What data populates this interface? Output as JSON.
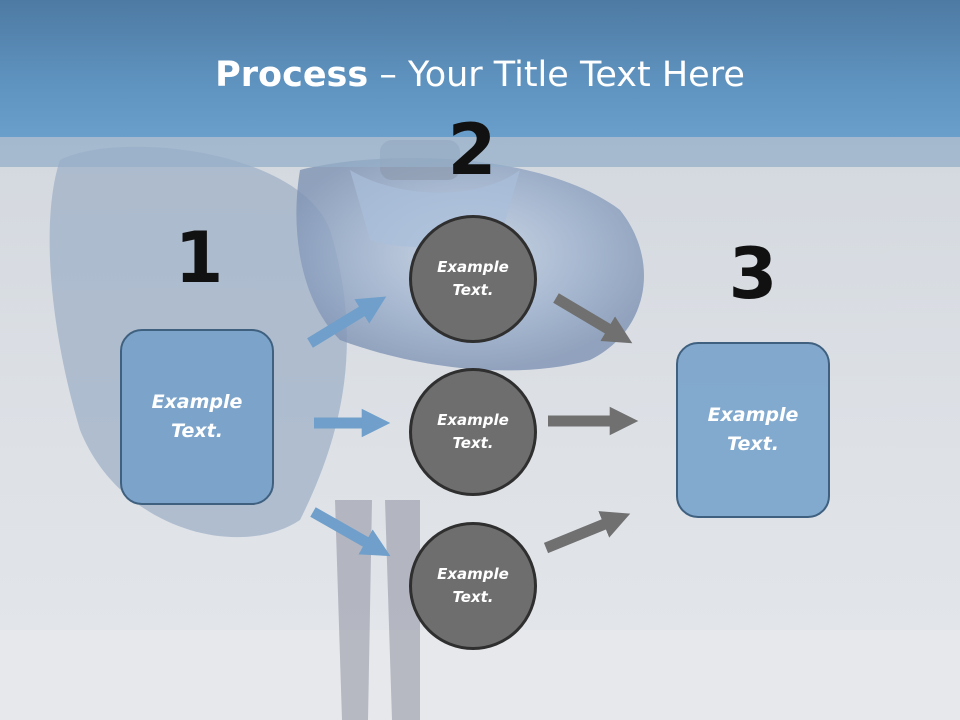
{
  "title": {
    "bold": "Process",
    "rest": " – Your Title Text Here"
  },
  "steps": [
    {
      "number": "1",
      "text_line1": "Example",
      "text_line2": "Text."
    },
    {
      "number": "2",
      "nodes": [
        {
          "text_line1": "Example",
          "text_line2": "Text."
        },
        {
          "text_line1": "Example",
          "text_line2": "Text."
        },
        {
          "text_line1": "Example",
          "text_line2": "Text."
        }
      ]
    },
    {
      "number": "3",
      "text_line1": "Example",
      "text_line2": "Text."
    }
  ],
  "colors": {
    "header": "#5f93bf",
    "box_fill": "#75a0cb",
    "box_border": "#3f607f",
    "circle_fill": "#6e6e6e",
    "circle_border": "#2f2f2f",
    "arrow_blue": "#6f9fca",
    "arrow_gray": "#707070"
  }
}
